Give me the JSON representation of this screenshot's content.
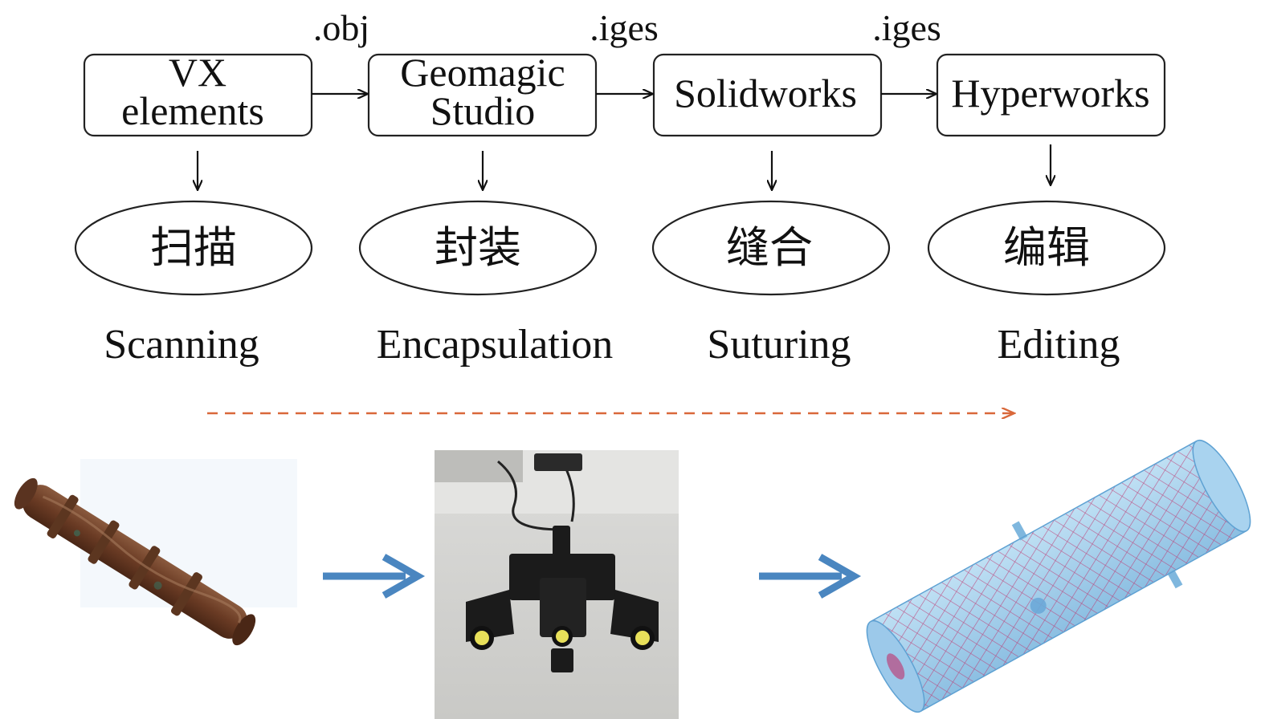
{
  "tools": [
    {
      "lines": [
        "VX",
        "elements"
      ]
    },
    {
      "lines": [
        "Geomagic",
        "Studio"
      ]
    },
    {
      "lines": [
        "Solidworks"
      ]
    },
    {
      "lines": [
        "Hyperworks"
      ]
    }
  ],
  "formats": [
    ".obj",
    ".iges",
    ".iges"
  ],
  "steps": [
    {
      "cn": "扫描",
      "en": "Scanning"
    },
    {
      "cn": "封装",
      "en": "Encapsulation"
    },
    {
      "cn": "缝合",
      "en": "Suturing"
    },
    {
      "cn": "编辑",
      "en": "Editing"
    }
  ],
  "colors": {
    "process_arrow": "#d9683a",
    "flow_arrow": "#4a86c0",
    "branch": "#7a4a30",
    "scanner_body": "#1b1b1b",
    "mesh_fill": "#9ecbe8",
    "mesh_grid": "#c0306a"
  },
  "images": {
    "left": "branch-photo",
    "middle": "3d-scanner-photo",
    "right": "mesh-model"
  }
}
